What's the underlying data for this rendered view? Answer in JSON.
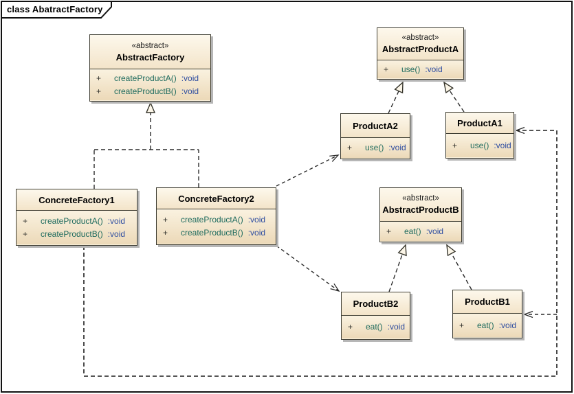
{
  "frame": {
    "title": "class AbatractFactory",
    "diagram_type": "UML class diagram",
    "pattern": "Abstract Factory"
  },
  "colors": {
    "box_fill_top": "#fdf8ec",
    "box_fill_bottom": "#ecd9b8",
    "box_border": "#3d3c31",
    "shadow": "#b6b6b6",
    "method_name": "#1e6b5e",
    "method_type": "#2e4da0",
    "connector": "#2b2b2b"
  },
  "classes": [
    {
      "stereotype": "«abstract»",
      "name": "AbstractFactory",
      "methods": [
        {
          "vis": "+",
          "name": "createProductA()",
          "type": ":void"
        },
        {
          "vis": "+",
          "name": "createProductB()",
          "type": ":void"
        }
      ]
    },
    {
      "stereotype": "«abstract»",
      "name": "AbstractProductA",
      "methods": [
        {
          "vis": "+",
          "name": "use()",
          "type": ":void"
        }
      ]
    },
    {
      "stereotype": "",
      "name": "ProductA2",
      "methods": [
        {
          "vis": "+",
          "name": "use()",
          "type": ":void"
        }
      ]
    },
    {
      "stereotype": "",
      "name": "ProductA1",
      "methods": [
        {
          "vis": "+",
          "name": "use()",
          "type": ":void"
        }
      ]
    },
    {
      "stereotype": "",
      "name": "ConcreteFactory1",
      "methods": [
        {
          "vis": "+",
          "name": "createProductA()",
          "type": ":void"
        },
        {
          "vis": "+",
          "name": "createProductB()",
          "type": ":void"
        }
      ]
    },
    {
      "stereotype": "",
      "name": "ConcreteFactory2",
      "methods": [
        {
          "vis": "+",
          "name": "createProductA()",
          "type": ":void"
        },
        {
          "vis": "+",
          "name": "createProductB()",
          "type": ":void"
        }
      ]
    },
    {
      "stereotype": "«abstract»",
      "name": "AbstractProductB",
      "methods": [
        {
          "vis": "+",
          "name": "eat()",
          "type": ":void"
        }
      ]
    },
    {
      "stereotype": "",
      "name": "ProductB2",
      "methods": [
        {
          "vis": "+",
          "name": "eat()",
          "type": ":void"
        }
      ]
    },
    {
      "stereotype": "",
      "name": "ProductB1",
      "methods": [
        {
          "vis": "+",
          "name": "eat()",
          "type": ":void"
        }
      ]
    }
  ],
  "relations": [
    {
      "type": "realization",
      "from": "ConcreteFactory1",
      "to": "AbstractFactory"
    },
    {
      "type": "realization",
      "from": "ConcreteFactory2",
      "to": "AbstractFactory"
    },
    {
      "type": "realization",
      "from": "ProductA2",
      "to": "AbstractProductA"
    },
    {
      "type": "realization",
      "from": "ProductA1",
      "to": "AbstractProductA"
    },
    {
      "type": "realization",
      "from": "ProductB2",
      "to": "AbstractProductB"
    },
    {
      "type": "realization",
      "from": "ProductB1",
      "to": "AbstractProductB"
    },
    {
      "type": "dependency",
      "from": "ConcreteFactory2",
      "to": "ProductA2"
    },
    {
      "type": "dependency",
      "from": "ConcreteFactory2",
      "to": "ProductB2"
    },
    {
      "type": "dependency",
      "from": "ConcreteFactory1",
      "to": "ProductA1"
    },
    {
      "type": "dependency",
      "from": "ConcreteFactory1",
      "to": "ProductB1"
    }
  ]
}
